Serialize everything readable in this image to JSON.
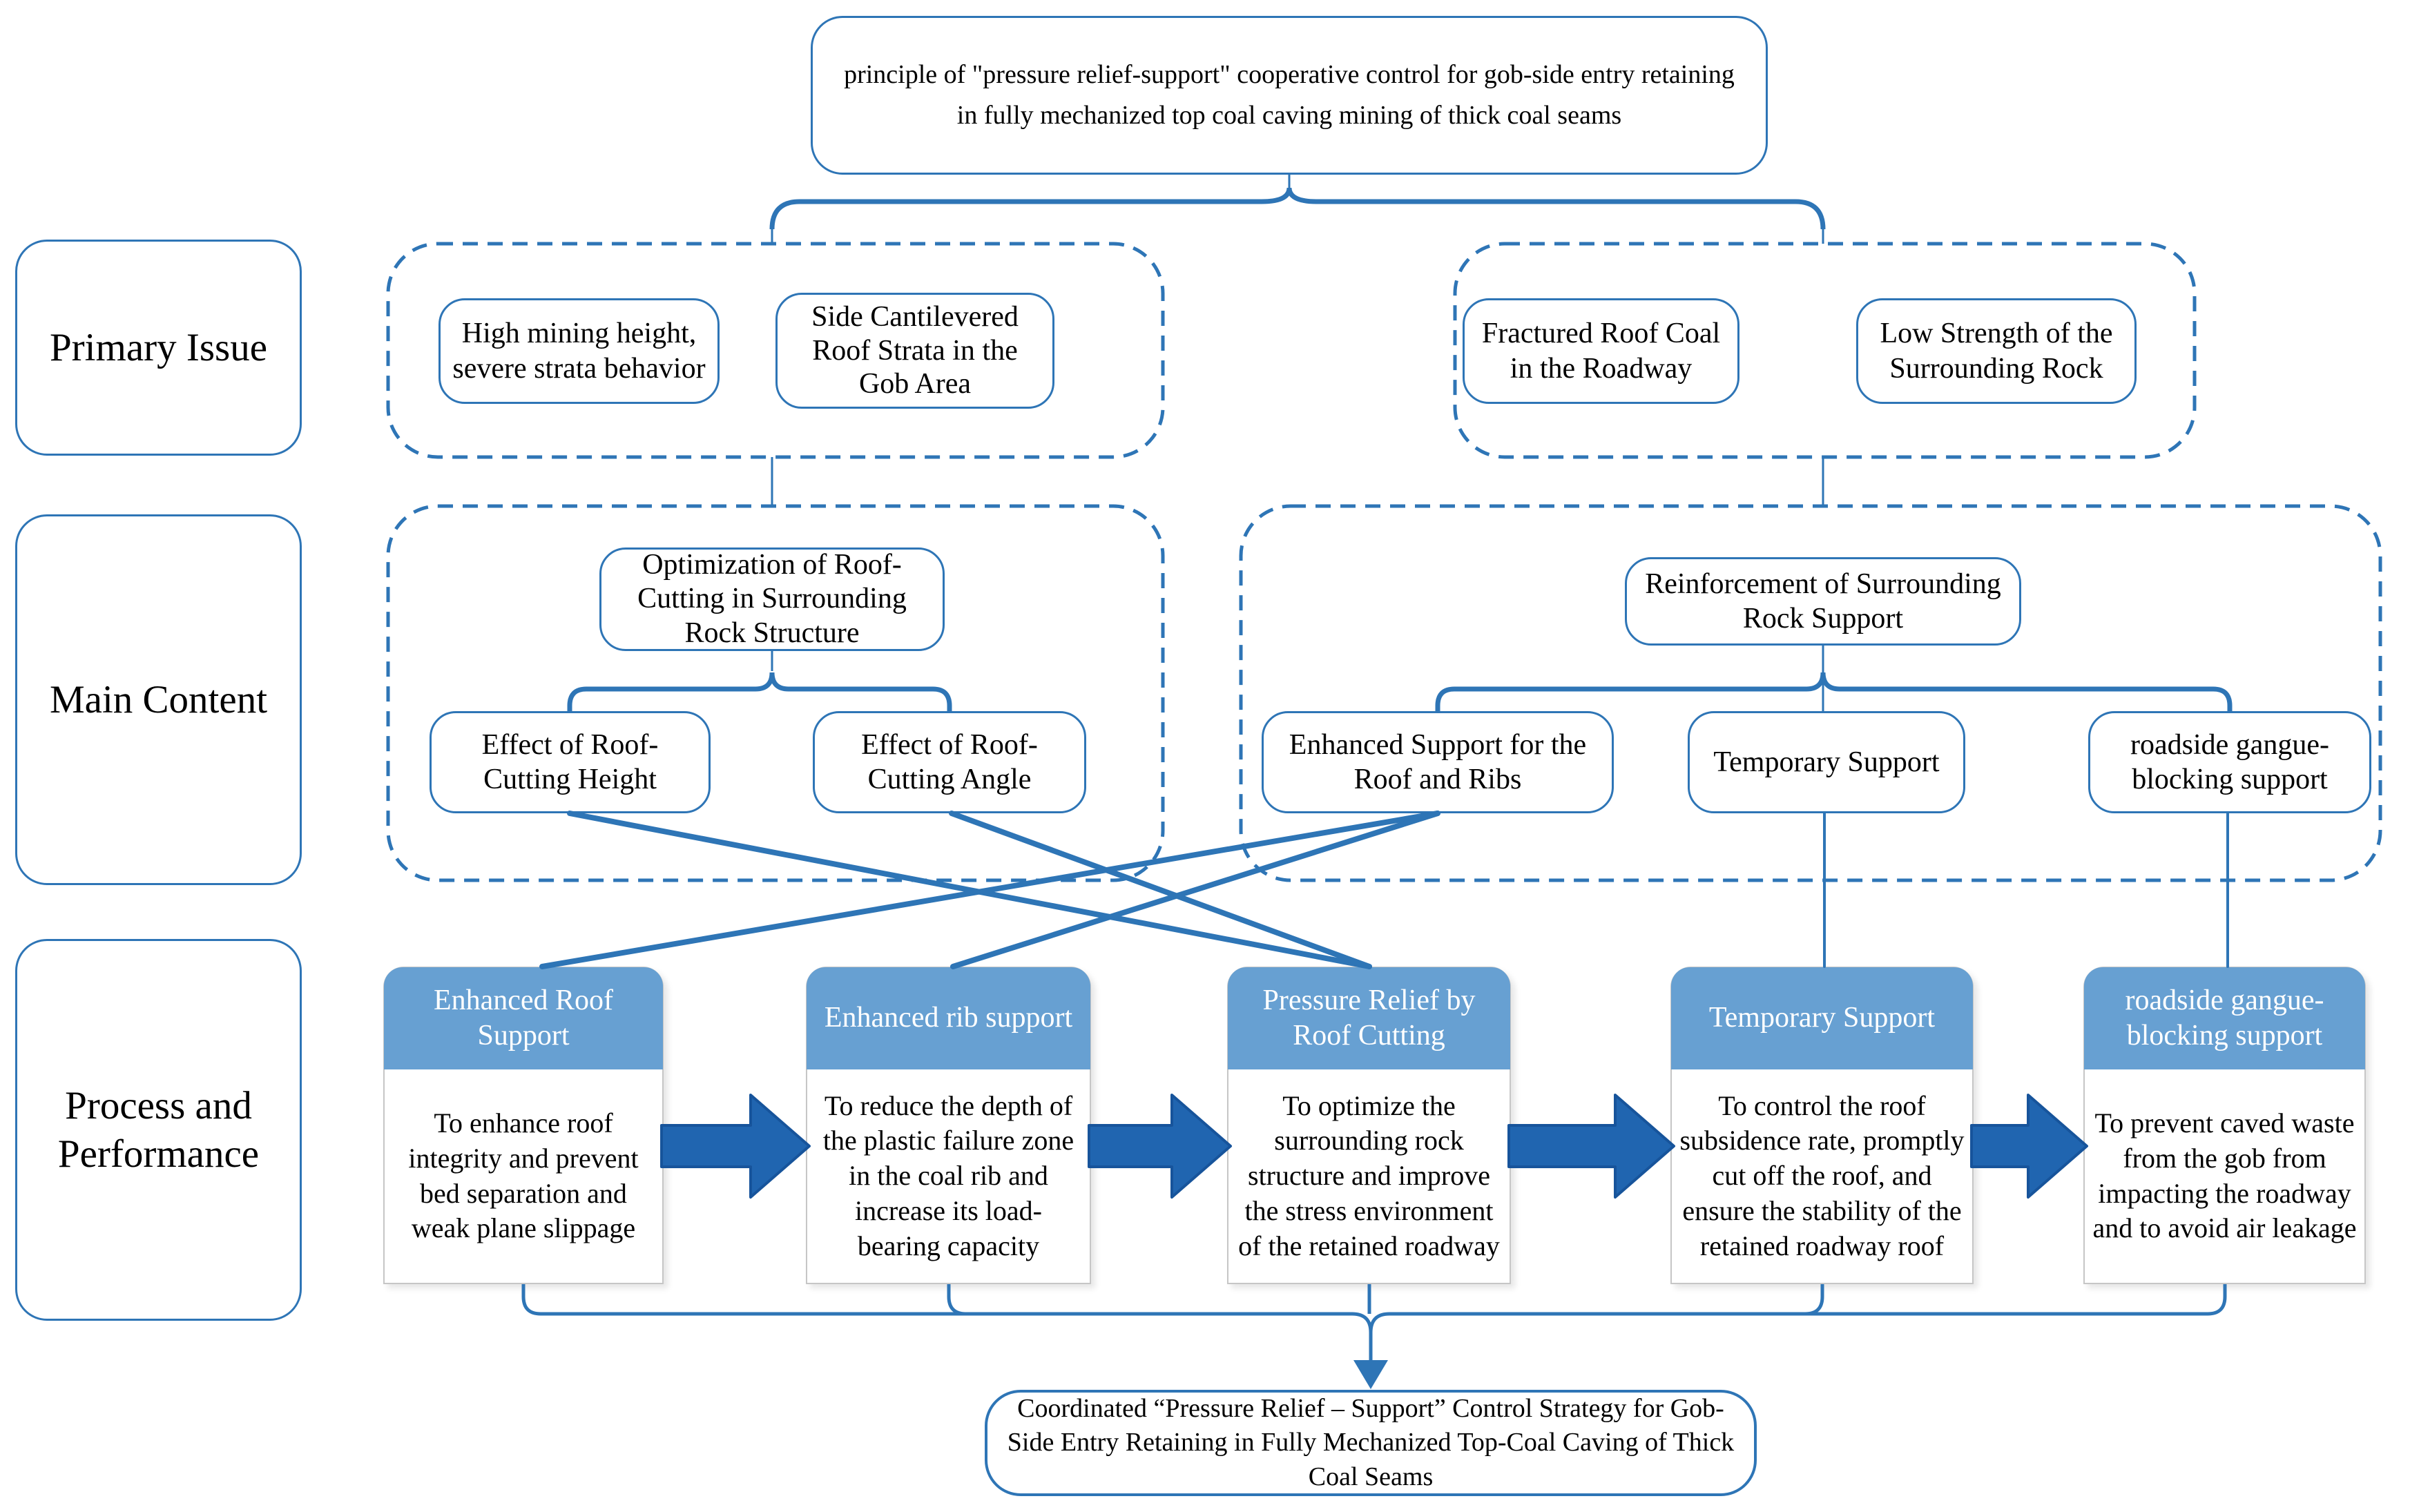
{
  "colors": {
    "accent": "#2E75B6",
    "process_header_fill": "#67A0D2",
    "process_header_text": "#FFFFFF",
    "block_arrow_fill": "#2065B0",
    "block_arrow_edge": "#17549B",
    "process_box_border": "#C6C6C6",
    "text": "#000000"
  },
  "top_box": {
    "text": "principle of \"pressure relief-support\" cooperative control for gob-side entry retaining in fully mechanized top coal caving mining of thick coal seams"
  },
  "row_labels": [
    "Primary Issue",
    "Main Content",
    "Process and Performance"
  ],
  "primary_issue": {
    "left_group": [
      "High mining height, severe strata behavior",
      "Side Cantilevered Roof Strata in the Gob Area"
    ],
    "right_group": [
      "Fractured Roof Coal in the Roadway",
      "Low Strength of the Surrounding Rock"
    ]
  },
  "main_content": {
    "left_group": {
      "parent": "Optimization of Roof-Cutting in Surrounding Rock Structure",
      "children": [
        "Effect of Roof-Cutting Height",
        "Effect of Roof-Cutting Angle"
      ]
    },
    "right_group": {
      "parent": "Reinforcement of Surrounding Rock Support",
      "children": [
        "Enhanced Support for the Roof and Ribs",
        "Temporary Support",
        "roadside gangue-blocking support"
      ]
    }
  },
  "process_steps": [
    {
      "title": "Enhanced Roof Support",
      "desc": "To enhance roof integrity and prevent bed separation and weak plane slippage"
    },
    {
      "title": "Enhanced rib support",
      "desc": "To reduce the depth of the plastic failure zone in the coal rib and increase its load-bearing capacity"
    },
    {
      "title": "Pressure Relief by Roof Cutting",
      "desc": "To optimize the surrounding rock structure and improve the stress environment of the retained roadway"
    },
    {
      "title": "Temporary Support",
      "desc": "To control the roof subsidence rate, promptly cut off the roof, and ensure the stability of the retained roadway roof"
    },
    {
      "title": "roadside gangue-blocking support",
      "desc": "To prevent caved waste from the gob from impacting the roadway and to avoid air leakage"
    }
  ],
  "bottom_box": {
    "text": "Coordinated “Pressure Relief – Support” Control Strategy for Gob-Side Entry Retaining in Fully Mechanized Top-Coal Caving of Thick Coal Seams"
  }
}
